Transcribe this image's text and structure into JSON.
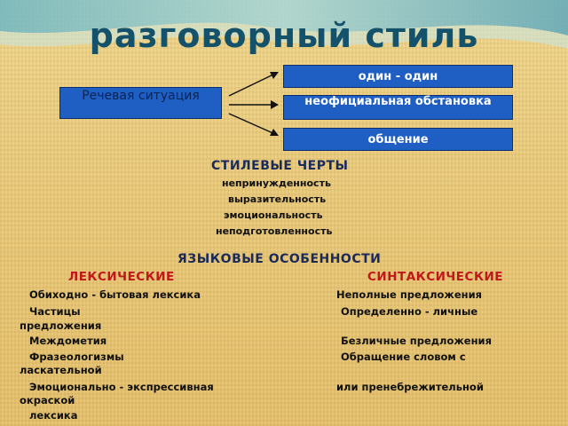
{
  "title": "разговорный стиль",
  "situation_box": "Речевая ситуация",
  "situation_targets": [
    "один - один",
    "неофициальная обстановка",
    "общение"
  ],
  "style_traits": {
    "heading": "СТИЛЕВЫЕ ЧЕРТЫ",
    "items": [
      "непринужденность",
      "выразительность",
      "эмоциональность",
      "неподготовленность"
    ]
  },
  "language_features": {
    "heading": "ЯЗЫКОВЫЕ ОСОБЕННОСТИ",
    "lexical": {
      "heading": "ЛЕКСИЧЕСКИЕ",
      "lines": [
        "Обиходно - бытовая лексика",
        "Частицы",
        "предложения",
        "Междометия",
        "Фразеологизмы",
        "ласкательной",
        "Эмоционально - экспрессивная",
        "окраской",
        "лексика"
      ]
    },
    "syntactic": {
      "heading": "СИНТАКСИЧЕСКИЕ",
      "lines": [
        "Неполные предложения",
        "Определенно - личные",
        "Безличные предложения",
        "Обращение словом с",
        "или пренебрежительной"
      ]
    }
  },
  "colors": {
    "title": "#14526b",
    "box_fill": "#1f5fc4",
    "category": "#c0171b",
    "background": "#e9c877"
  }
}
